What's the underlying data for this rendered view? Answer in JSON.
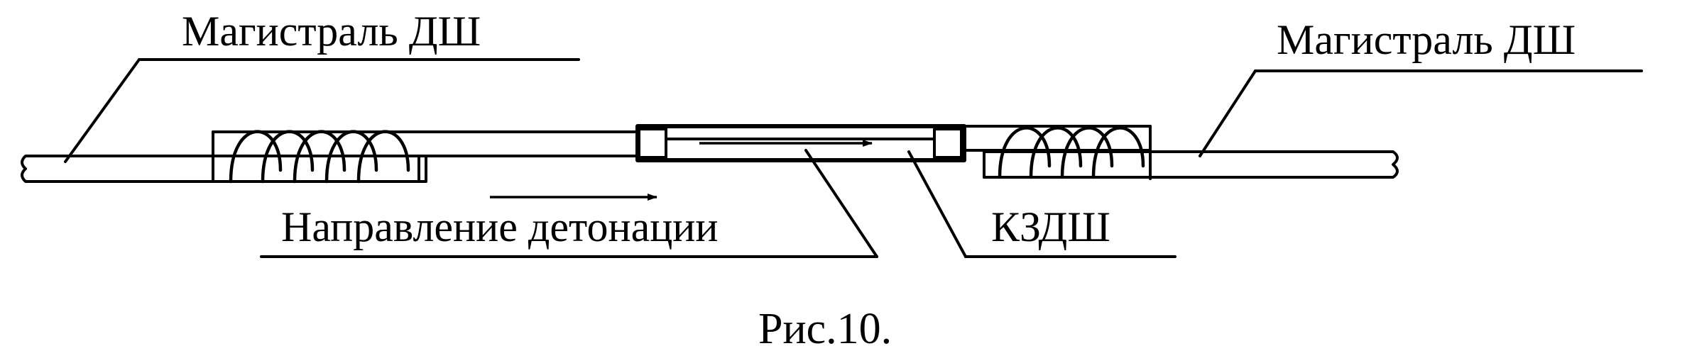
{
  "labels": {
    "trunk_left": "Магистраль ДШ",
    "trunk_right": "Магистраль ДШ",
    "direction": "Направление детонации",
    "relay": "КЗДШ",
    "caption": "Рис.10."
  },
  "colors": {
    "ink": "#000000",
    "paper": "#ffffff"
  }
}
